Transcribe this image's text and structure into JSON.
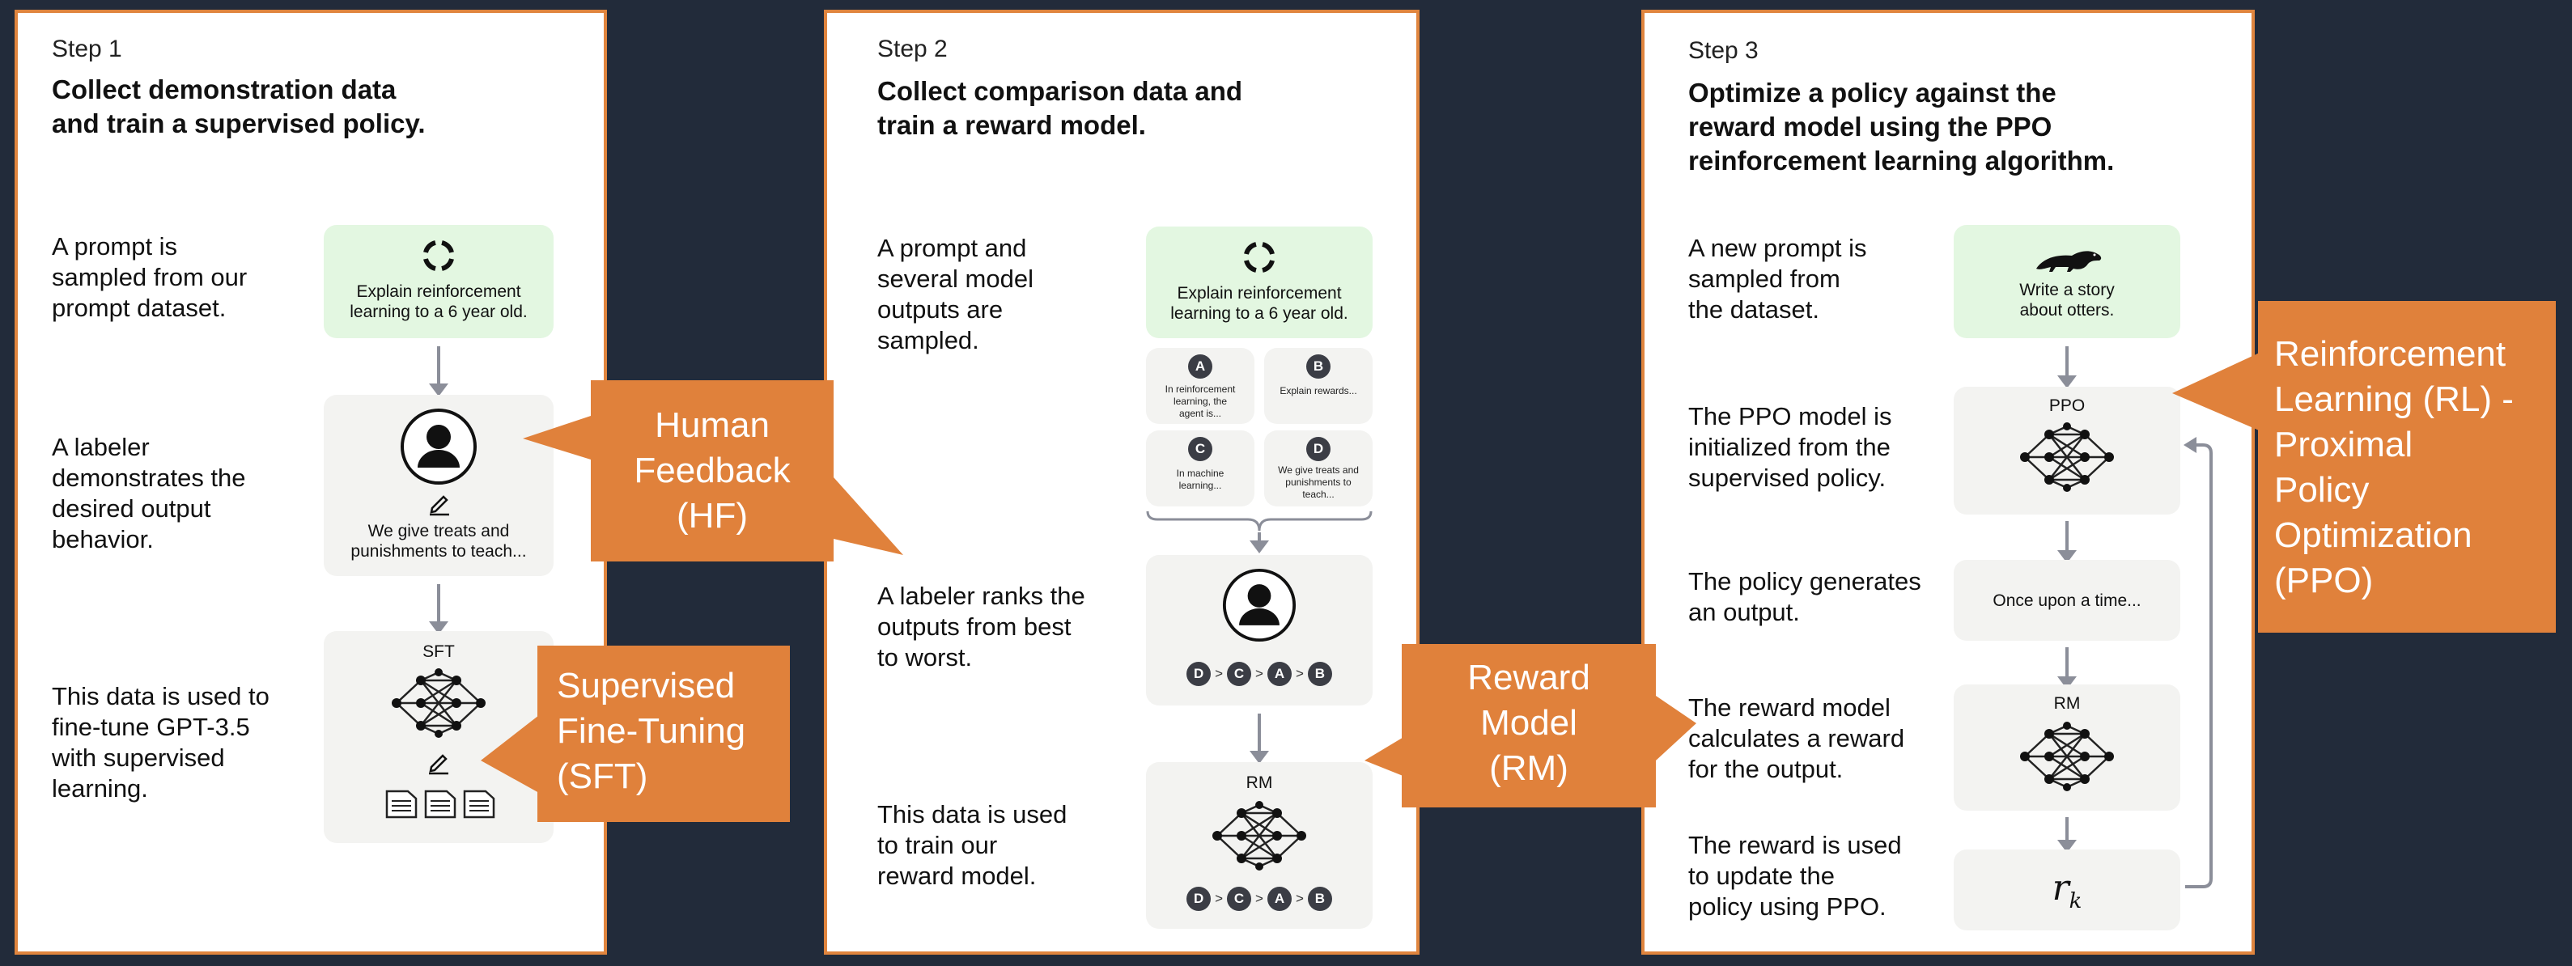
{
  "step1": {
    "step": "Step 1",
    "heading": [
      "Collect demonstration data",
      "and train a supervised policy."
    ],
    "desc1": "A prompt is\nsampled from our\nprompt dataset.",
    "desc2": "A labeler\ndemonstrates the\ndesired output\nbehavior.",
    "desc3": "This data is used to\nfine-tune GPT-3.5\nwith supervised\nlearning.",
    "prompt": "Explain reinforcement\nlearning to a 6 year old.",
    "demo": "We give treats and\npunishments to teach...",
    "model_label": "SFT"
  },
  "step2": {
    "step": "Step 2",
    "heading": [
      "Collect comparison data and",
      "train a reward model."
    ],
    "desc1": "A prompt and\nseveral model\noutputs are\nsampled.",
    "desc2": "A labeler ranks the\noutputs from best\nto worst.",
    "desc3": "This data is used\nto train our\nreward model.",
    "prompt": "Explain reinforcement\nlearning to a 6 year old.",
    "outputs": [
      {
        "letter": "A",
        "text": "In reinforcement\nlearning, the\nagent is..."
      },
      {
        "letter": "B",
        "text": "Explain rewards..."
      },
      {
        "letter": "C",
        "text": "In machine\nlearning..."
      },
      {
        "letter": "D",
        "text": "We give treats and\npunishments to\nteach..."
      }
    ],
    "ranking": [
      "D",
      "C",
      "A",
      "B"
    ],
    "gt": ">",
    "model_label": "RM"
  },
  "step3": {
    "step": "Step 3",
    "heading": [
      "Optimize a policy against the",
      "reward model using the PPO",
      "reinforcement learning algorithm."
    ],
    "desc1": "A new prompt is\nsampled from\nthe dataset.",
    "desc2": "The PPO model is\ninitialized from the\nsupervised policy.",
    "desc3": "The policy generates\nan output.",
    "desc4": "The reward model\ncalculates a reward\nfor the output.",
    "desc5": "The reward is used\nto update the\npolicy using PPO.",
    "prompt": "Write a story\nabout otters.",
    "ppo_label": "PPO",
    "output": "Once upon a time...",
    "rm_label": "RM",
    "reward_r": "r",
    "reward_sub": "k"
  },
  "callouts": {
    "hf": "Human\nFeedback\n(HF)",
    "sft": "Supervised\nFine-Tuning\n(SFT)",
    "rm": "Reward\nModel\n(RM)",
    "rl": "Reinforcement\nLearning (RL) -\nProximal\nPolicy\nOptimization\n(PPO)"
  },
  "colors": {
    "background": "#222b3a",
    "callout": "#e0813b",
    "panel_border": "#e0853e",
    "prompt_box": "#e3f7e1",
    "step_box": "#f3f3f1"
  }
}
